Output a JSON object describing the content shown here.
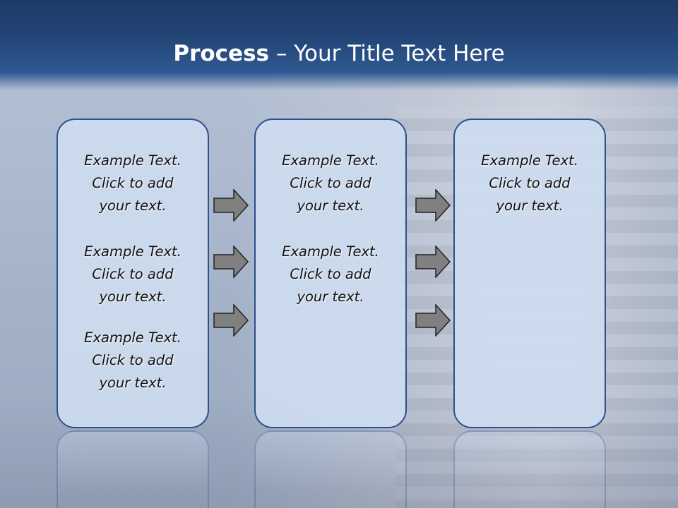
{
  "title": {
    "bold": "Process",
    "rest": " – Your Title Text Here"
  },
  "columns": [
    {
      "blocks": [
        {
          "line1": "Example Text.",
          "line2": "Click  to add",
          "line3": "your text."
        },
        {
          "line1": "Example Text.",
          "line2": "Click  to add",
          "line3": "your text."
        },
        {
          "line1": "Example Text.",
          "line2": "Click  to add",
          "line3": "your text."
        }
      ]
    },
    {
      "blocks": [
        {
          "line1": "Example Text.",
          "line2": "Click  to add",
          "line3": "your text."
        },
        {
          "line1": "Example Text.",
          "line2": "Click  to add",
          "line3": "your text."
        }
      ]
    },
    {
      "blocks": [
        {
          "line1": "Example Text.",
          "line2": "Click  to add",
          "line3": "your text."
        }
      ]
    }
  ],
  "colors": {
    "header": "#244779",
    "box_fill": "#cedcef",
    "box_border": "#2d4f8d",
    "arrow_fill": "#808080"
  },
  "icons": [
    "right-arrow-icon"
  ]
}
